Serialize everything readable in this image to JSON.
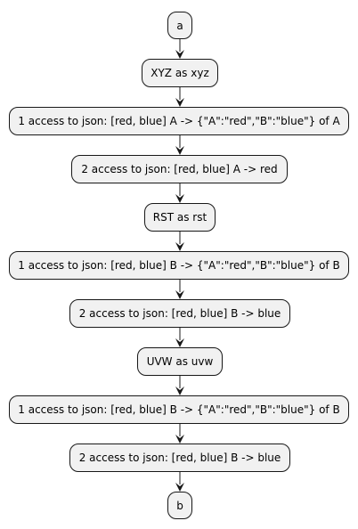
{
  "diagram": {
    "nodes": [
      {
        "id": "n1",
        "label": "a"
      },
      {
        "id": "n2",
        "label": "XYZ as xyz"
      },
      {
        "id": "n3",
        "label": "1 access to json: [red, blue] A -> {\"A\":\"red\",\"B\":\"blue\"} of A"
      },
      {
        "id": "n4",
        "label": "2 access to json: [red, blue] A -> red"
      },
      {
        "id": "n5",
        "label": "RST as rst"
      },
      {
        "id": "n6",
        "label": "1 access to json: [red, blue] B -> {\"A\":\"red\",\"B\":\"blue\"} of B"
      },
      {
        "id": "n7",
        "label": "2 access to json: [red, blue] B -> blue"
      },
      {
        "id": "n8",
        "label": "UVW as uvw"
      },
      {
        "id": "n9",
        "label": "1 access to json: [red, blue] B -> {\"A\":\"red\",\"B\":\"blue\"} of B"
      },
      {
        "id": "n10",
        "label": "2 access to json: [red, blue] B -> blue"
      },
      {
        "id": "n11",
        "label": "b"
      }
    ],
    "edges": [
      {
        "from": "n1",
        "to": "n2"
      },
      {
        "from": "n2",
        "to": "n3"
      },
      {
        "from": "n3",
        "to": "n4"
      },
      {
        "from": "n4",
        "to": "n5"
      },
      {
        "from": "n5",
        "to": "n6"
      },
      {
        "from": "n6",
        "to": "n7"
      },
      {
        "from": "n7",
        "to": "n8"
      },
      {
        "from": "n8",
        "to": "n9"
      },
      {
        "from": "n9",
        "to": "n10"
      },
      {
        "from": "n10",
        "to": "n11"
      }
    ],
    "colors": {
      "node_fill": "#f1f1f1",
      "node_border": "#181818",
      "arrow": "#181818",
      "background": "#ffffff"
    }
  }
}
